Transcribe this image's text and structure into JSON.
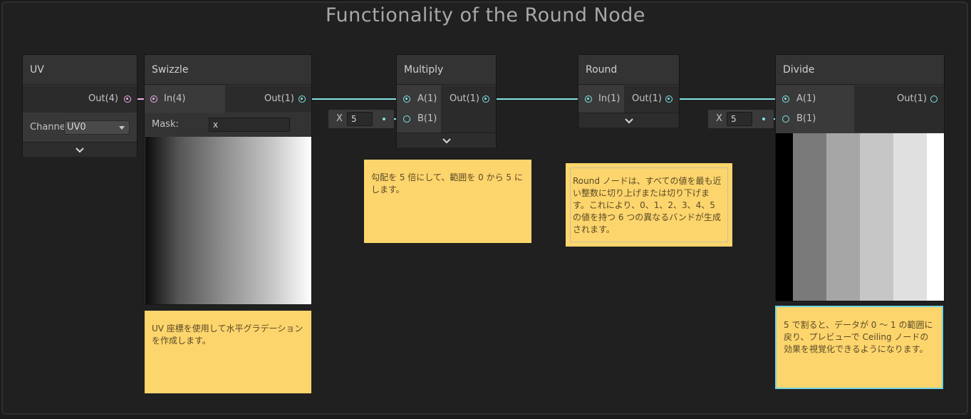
{
  "title": "Functionality of the Round Node",
  "colors": {
    "float_wire": "#84e4e7",
    "vector4_wire": "#f0b0e8",
    "sticky": "#fdd56d"
  },
  "nodes": {
    "uv": {
      "title": "UV",
      "out": "Out(4)",
      "channel_label": "Channe",
      "channel_value": "UV0"
    },
    "swizzle": {
      "title": "Swizzle",
      "in": "In(4)",
      "out": "Out(1)",
      "mask_label": "Mask:",
      "mask_value": "x"
    },
    "multiply": {
      "title": "Multiply",
      "in_a": "A(1)",
      "in_b": "B(1)",
      "out": "Out(1)",
      "b_field_label": "X",
      "b_field_value": "5"
    },
    "round": {
      "title": "Round",
      "in": "In(1)",
      "out": "Out(1)"
    },
    "divide": {
      "title": "Divide",
      "in_a": "A(1)",
      "in_b": "B(1)",
      "out": "Out(1)",
      "b_field_label": "X",
      "b_field_value": "5"
    }
  },
  "notes": {
    "swizzle": "UV 座標を使用して水平グラデーションを作成します。",
    "multiply": "勾配を 5 倍にして、範囲を 0 から 5 にします。",
    "round": "Round ノードは、すべての値を最も近い整数に切り上げまたは切り下げます。これにより、0、1、2、3、4、5 の値を持つ 6 つの異なるバンドが生成されます。",
    "divide": "5 で割ると、データが 0 ～ 1 の範囲に戻り、プレビューで Ceiling ノードの効果を視覚化できるようになります。"
  }
}
